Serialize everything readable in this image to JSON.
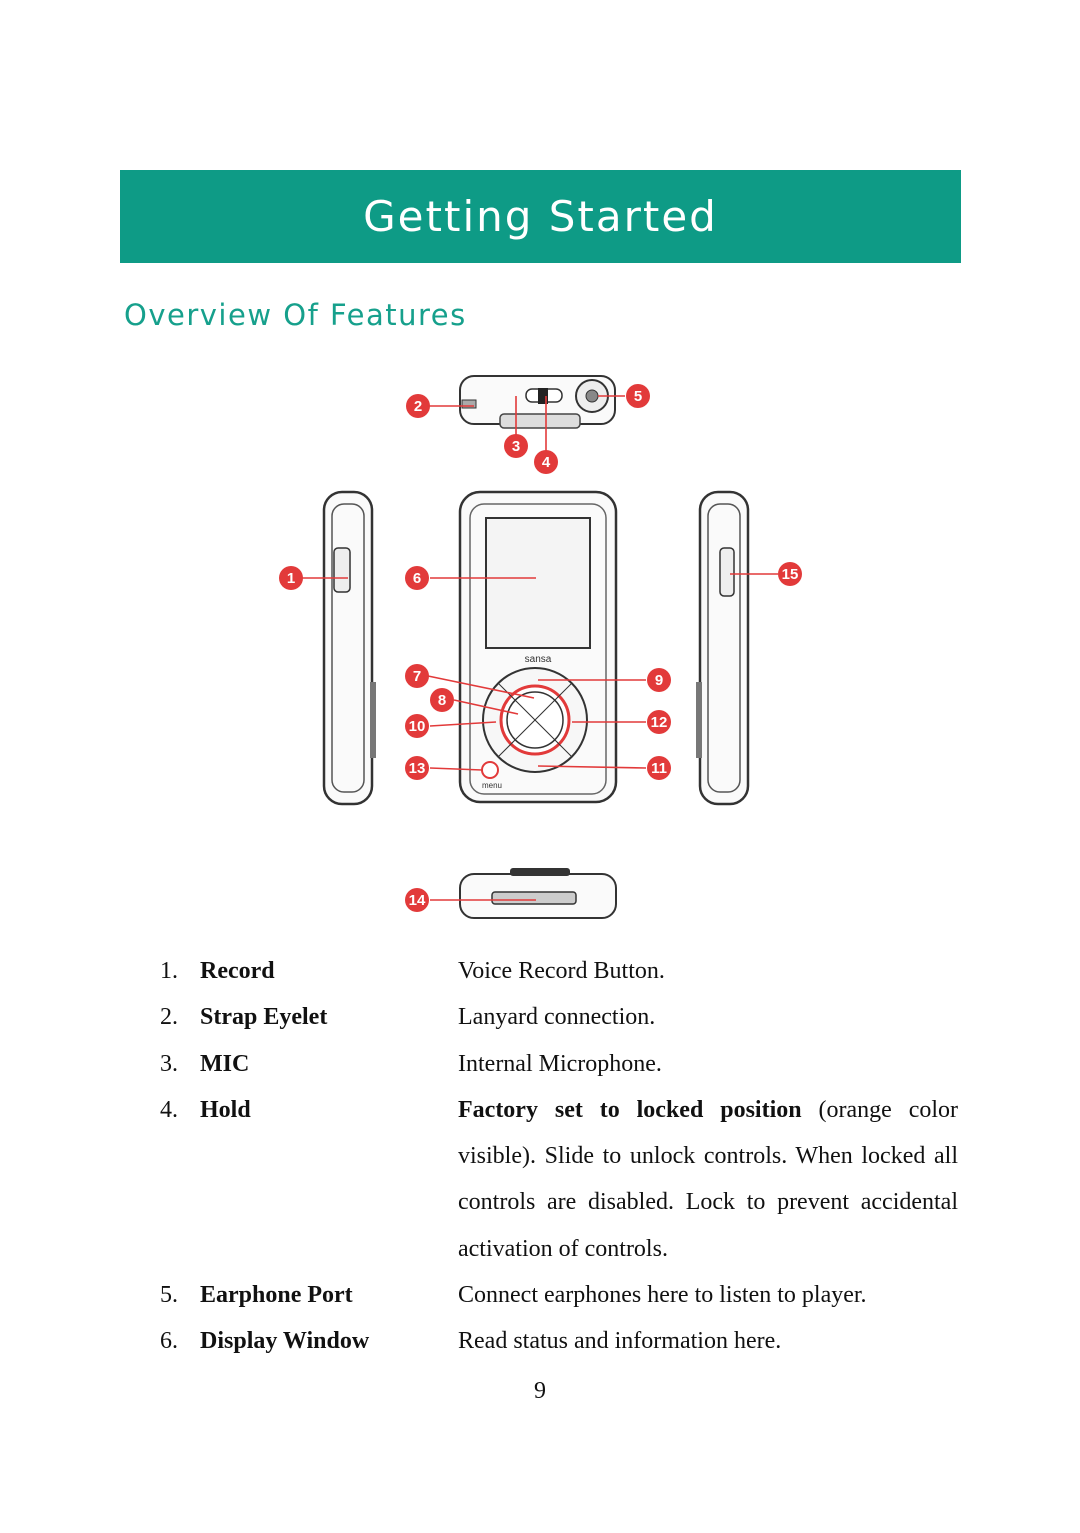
{
  "header": {
    "title": "Getting Started"
  },
  "section": {
    "heading": "Overview Of Features"
  },
  "figure": {
    "brand_text": "sansa",
    "menu_text": "menu",
    "callouts": [
      "1",
      "2",
      "3",
      "4",
      "5",
      "6",
      "7",
      "8",
      "9",
      "10",
      "11",
      "12",
      "13",
      "14",
      "15"
    ],
    "callout_color": "#e23a3a"
  },
  "features": [
    {
      "number": "1.",
      "name": "Record",
      "description": "Voice Record Button."
    },
    {
      "number": "2.",
      "name": "Strap Eyelet",
      "description": "Lanyard connection."
    },
    {
      "number": "3.",
      "name": "MIC",
      "description": "Internal Microphone."
    },
    {
      "number": "4.",
      "name": "Hold",
      "description_bold": "Factory set to locked position",
      "description_rest": " (orange color visible). Slide to unlock controls. When locked all controls are disabled. Lock to prevent accidental activation of controls."
    },
    {
      "number": "5.",
      "name": "Earphone Port",
      "description": "Connect earphones here to listen to player."
    },
    {
      "number": "6.",
      "name": "Display Window",
      "description": "Read status and information here."
    }
  ],
  "footer": {
    "page_number": "9"
  },
  "colors": {
    "banner": "#0e9b86",
    "heading": "#16a08c"
  }
}
